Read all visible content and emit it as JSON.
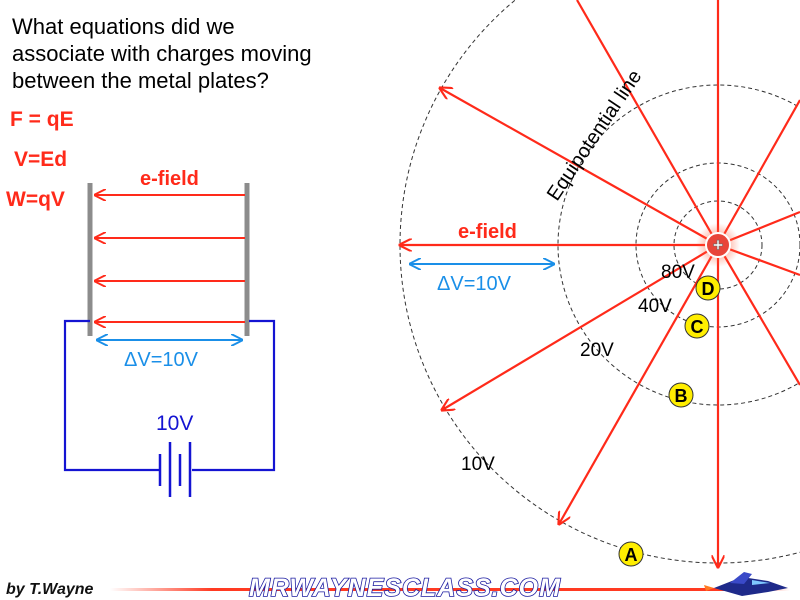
{
  "question": {
    "lines": [
      "What equations did we",
      "associate with charges moving",
      "between the metal plates?"
    ]
  },
  "equations": [
    "F = qE",
    "V=Ed",
    "W=qV"
  ],
  "plates": {
    "efield_label": "e-field",
    "delta_v_label": "ΔV=10V",
    "battery_label": "10V"
  },
  "point_charge": {
    "sign": "+",
    "efield_label": "e-field",
    "delta_v_label": "ΔV=10V",
    "equipotential_label": "Equipotential line",
    "potentials": [
      "80V",
      "40V",
      "20V",
      "10V"
    ],
    "points": [
      "D",
      "C",
      "B",
      "A"
    ]
  },
  "footer": {
    "author": "by T.Wayne",
    "site": "MRWAYNESCLASS.COM"
  },
  "colors": {
    "field_red": "#ff2a1a",
    "delta_blue": "#1a8fe8",
    "circuit_blue": "#1414d2",
    "plate_gray": "#8c8c8c",
    "point_yellow": "#ffee00"
  }
}
